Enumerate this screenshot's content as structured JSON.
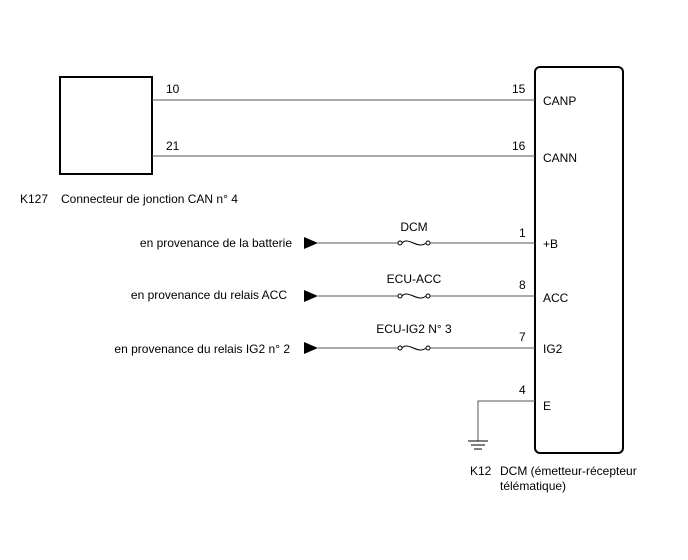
{
  "connector_k127": {
    "code": "K127",
    "name": "Connecteur de jonction CAN n° 4",
    "pins": [
      "10",
      "21"
    ]
  },
  "dcm_k12": {
    "code": "K12",
    "name_line1": "DCM (émetteur-récepteur",
    "name_line2": "télématique)",
    "pins": [
      {
        "number": "15",
        "terminal": "CANP"
      },
      {
        "number": "16",
        "terminal": "CANN"
      },
      {
        "number": "1",
        "terminal": "+B"
      },
      {
        "number": "8",
        "terminal": "ACC"
      },
      {
        "number": "7",
        "terminal": "IG2"
      },
      {
        "number": "4",
        "terminal": "E"
      }
    ]
  },
  "inputs": [
    {
      "source": "en provenance de la batterie",
      "fuse": "DCM"
    },
    {
      "source": "en provenance du relais ACC",
      "fuse": "ECU-ACC"
    },
    {
      "source": "en provenance du relais IG2 n° 2",
      "fuse": "ECU-IG2 N° 3"
    }
  ],
  "colors": {
    "line": "#000000",
    "wire": "#555555",
    "background": "#ffffff"
  },
  "icons": [
    "arrow-right-icon",
    "fuse-icon",
    "ground-icon"
  ]
}
